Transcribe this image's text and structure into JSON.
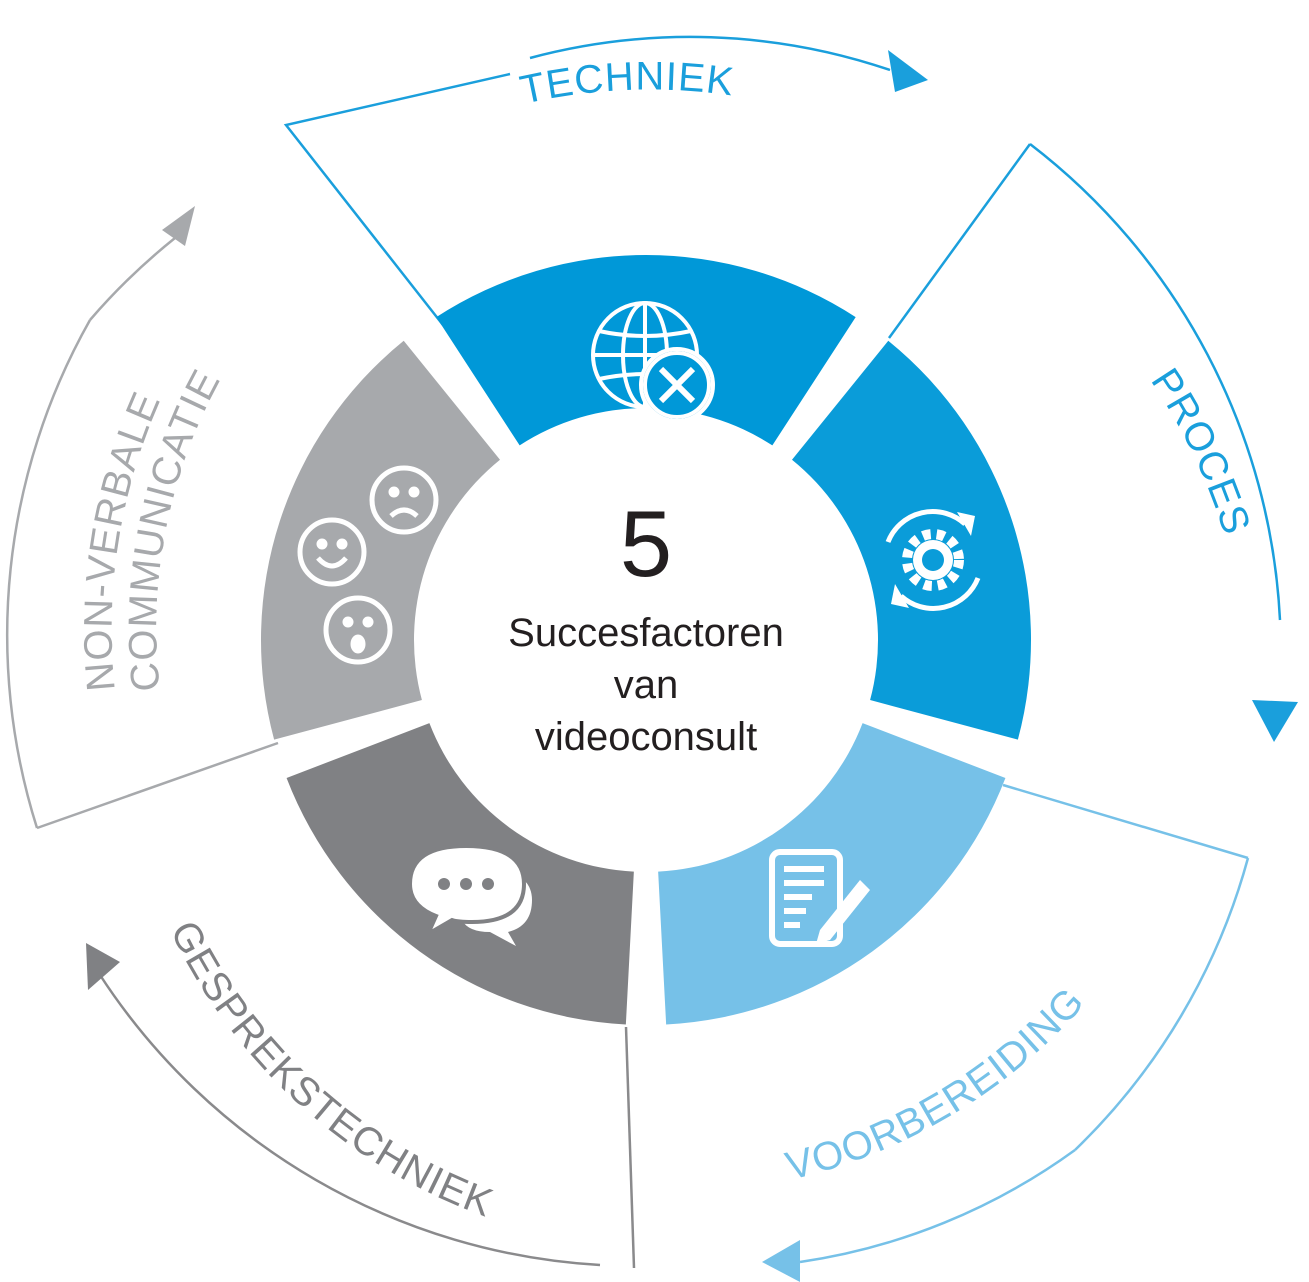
{
  "diagram": {
    "center": {
      "number": "5",
      "line1": "Succesfactoren",
      "line2": "van",
      "line3": "videoconsult"
    },
    "segments": [
      {
        "id": "techniek",
        "label": "TECHNIEK",
        "color": "#0098d8",
        "label_color": "#1a9fdc",
        "icon": "globe-tools-icon"
      },
      {
        "id": "proces",
        "label": "PROCES",
        "color": "#0a9cd9",
        "label_color": "#1a9fdc",
        "icon": "gear-cycle-icon"
      },
      {
        "id": "voorbereiding",
        "label": "VOORBEREIDING",
        "color": "#76c1e8",
        "label_color": "#76c1e8",
        "icon": "document-pencil-icon"
      },
      {
        "id": "gesprekstechniek",
        "label": "GESPREKSTECHNIEK",
        "color": "#808184",
        "label_color": "#8a8a8c",
        "icon": "speech-bubbles-icon"
      },
      {
        "id": "non-verbale",
        "label_line1": "NON-VERBALE",
        "label_line2": "COMMUNICATIE",
        "color": "#a7a9ac",
        "label_color": "#a7a9ac",
        "icon": "faces-icon"
      }
    ]
  }
}
